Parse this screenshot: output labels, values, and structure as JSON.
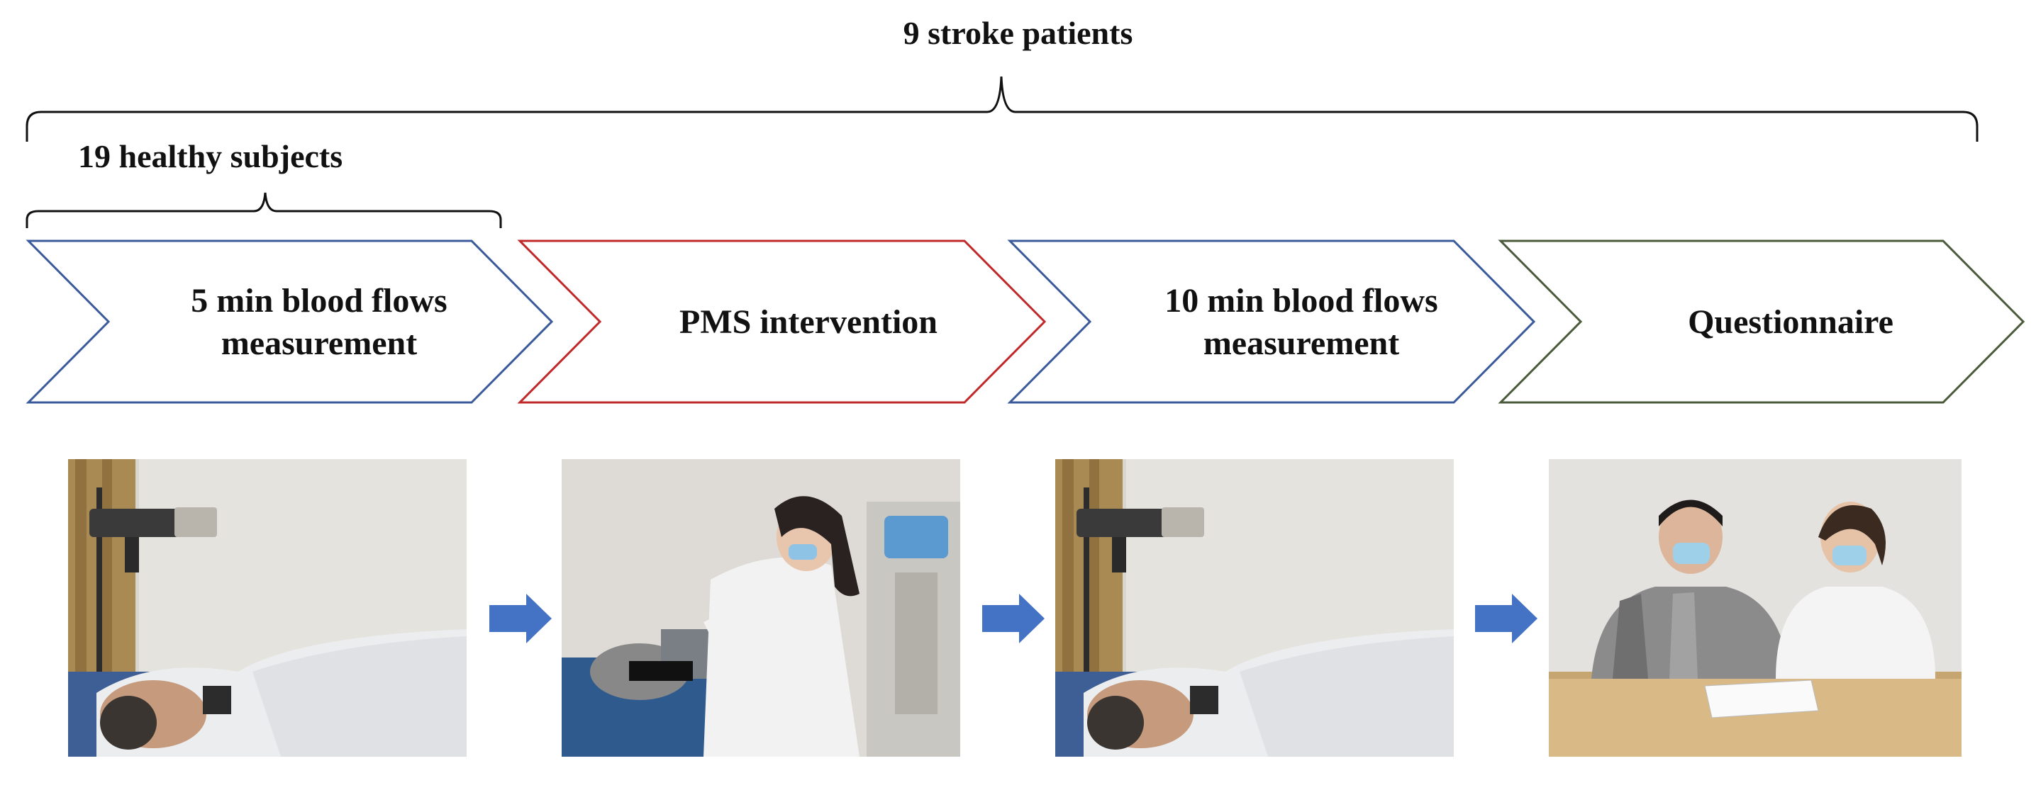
{
  "groups": {
    "all": "9 stroke patients",
    "subset": "19 healthy subjects"
  },
  "stages": [
    {
      "line1": "5 min blood flows",
      "line2": "measurement",
      "color": "#3a5a9c"
    },
    {
      "line1": "PMS intervention",
      "line2": "",
      "color": "#c0282a"
    },
    {
      "line1": "10 min blood flows",
      "line2": "measurement",
      "color": "#3a5a9c"
    },
    {
      "line1": "Questionnaire",
      "line2": "",
      "color": "#4a5a3a"
    }
  ],
  "photos": [
    {
      "scene": "patient-lying-with-camera"
    },
    {
      "scene": "clinician-applying-pms"
    },
    {
      "scene": "patient-lying-with-camera"
    },
    {
      "scene": "questionnaire-at-table"
    }
  ],
  "step_arrow_color": "#4472c4"
}
